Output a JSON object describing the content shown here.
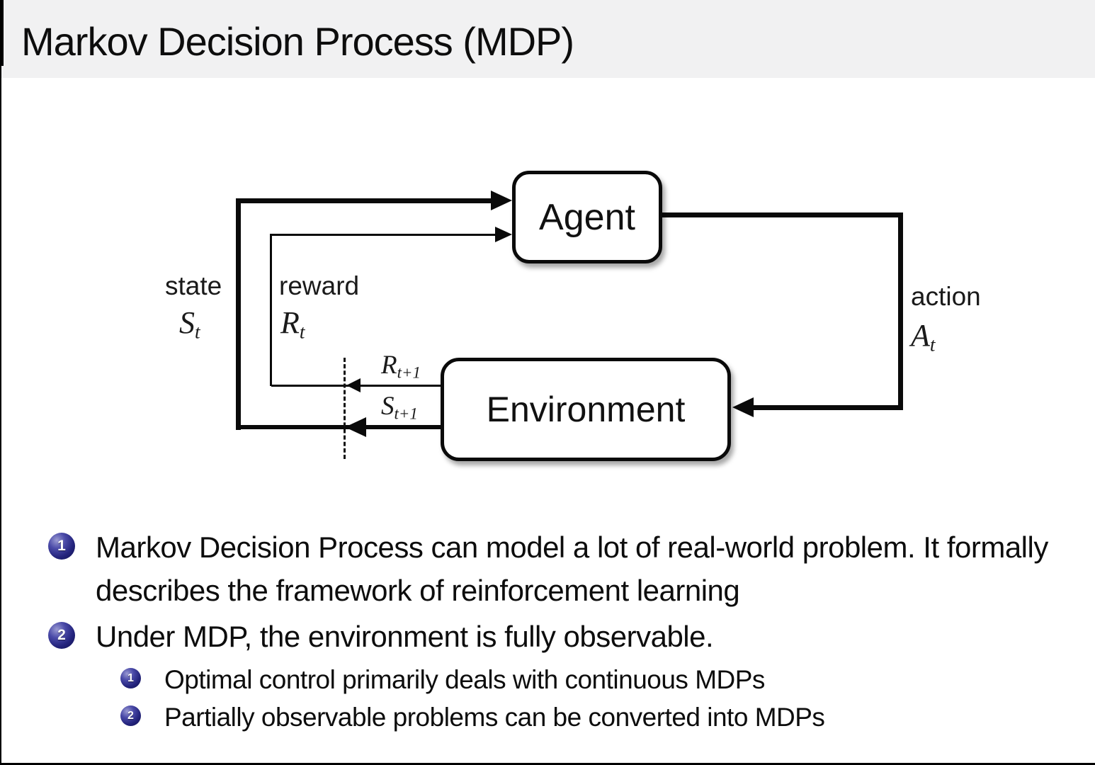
{
  "slide": {
    "title": "Markov Decision Process (MDP)"
  },
  "diagram": {
    "agent_label": "Agent",
    "environment_label": "Environment",
    "state": {
      "label": "state",
      "symbol": "S",
      "sub": "t"
    },
    "reward": {
      "label": "reward",
      "symbol": "R",
      "sub": "t"
    },
    "action": {
      "label": "action",
      "symbol": "A",
      "sub": "t"
    },
    "next_reward": {
      "symbol": "R",
      "sub": "t+1"
    },
    "next_state": {
      "symbol": "S",
      "sub": "t+1"
    }
  },
  "bullets": [
    {
      "number": "1",
      "text": "Markov Decision Process can model a lot of real-world problem. It formally describes the framework of reinforcement learning"
    },
    {
      "number": "2",
      "text": "Under MDP, the environment is fully observable.",
      "sub_items": [
        {
          "number": "1",
          "text": "Optimal control primarily deals with continuous MDPs"
        },
        {
          "number": "2",
          "text": "Partially observable problems can be converted into MDPs"
        }
      ]
    }
  ],
  "colors": {
    "header_bg": "#f1f1f2",
    "enum_ball": "#23237c",
    "line": "#0a0a0a"
  }
}
